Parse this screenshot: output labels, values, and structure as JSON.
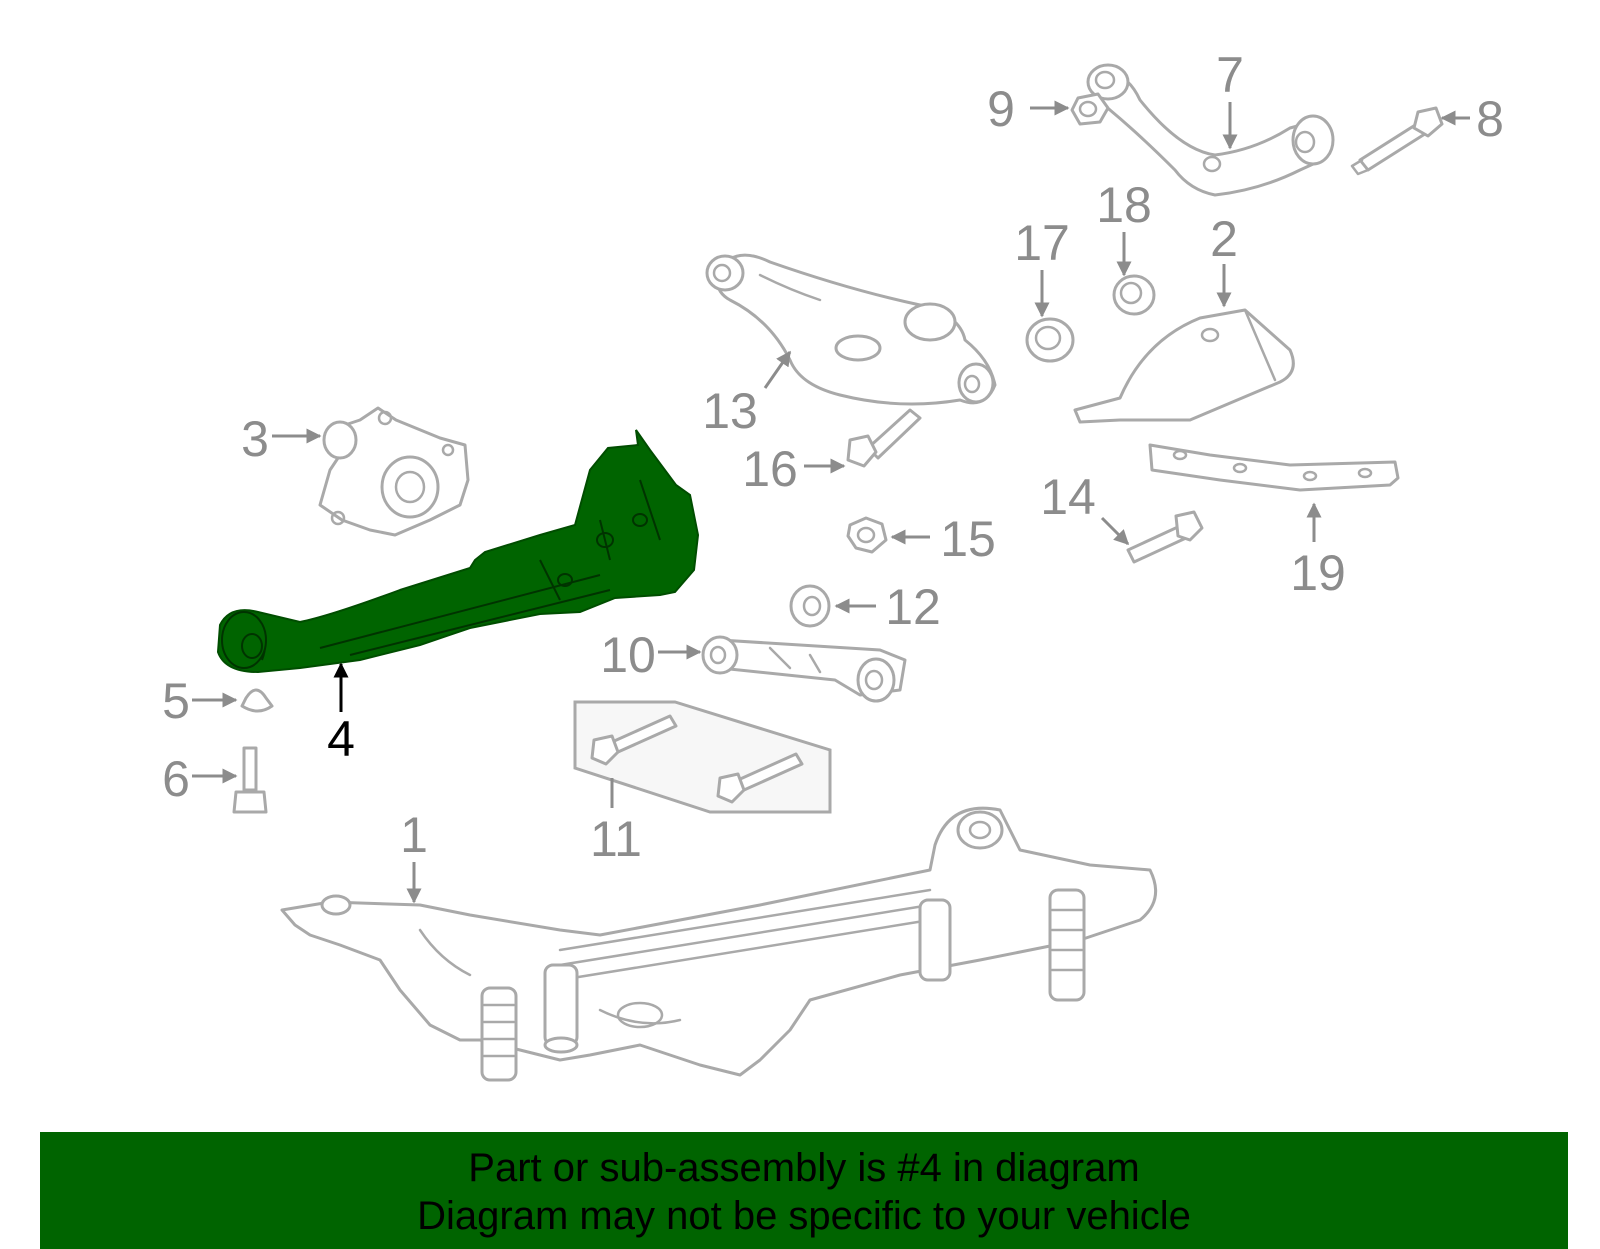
{
  "colors": {
    "part_line": "#a9a9a9",
    "callout_text": "#8c8c8c",
    "highlight_fill": "#006400",
    "highlight_label": "#000000",
    "banner_background": "#006400",
    "banner_text": "#000000"
  },
  "highlighted_part": "4",
  "callouts": [
    "1",
    "2",
    "3",
    "4",
    "5",
    "6",
    "7",
    "8",
    "9",
    "10",
    "11",
    "12",
    "13",
    "14",
    "15",
    "16",
    "17",
    "18",
    "19"
  ],
  "banner": {
    "line1": "Part or sub-assembly is #4 in diagram",
    "line2": "Diagram may not be specific to your vehicle"
  }
}
